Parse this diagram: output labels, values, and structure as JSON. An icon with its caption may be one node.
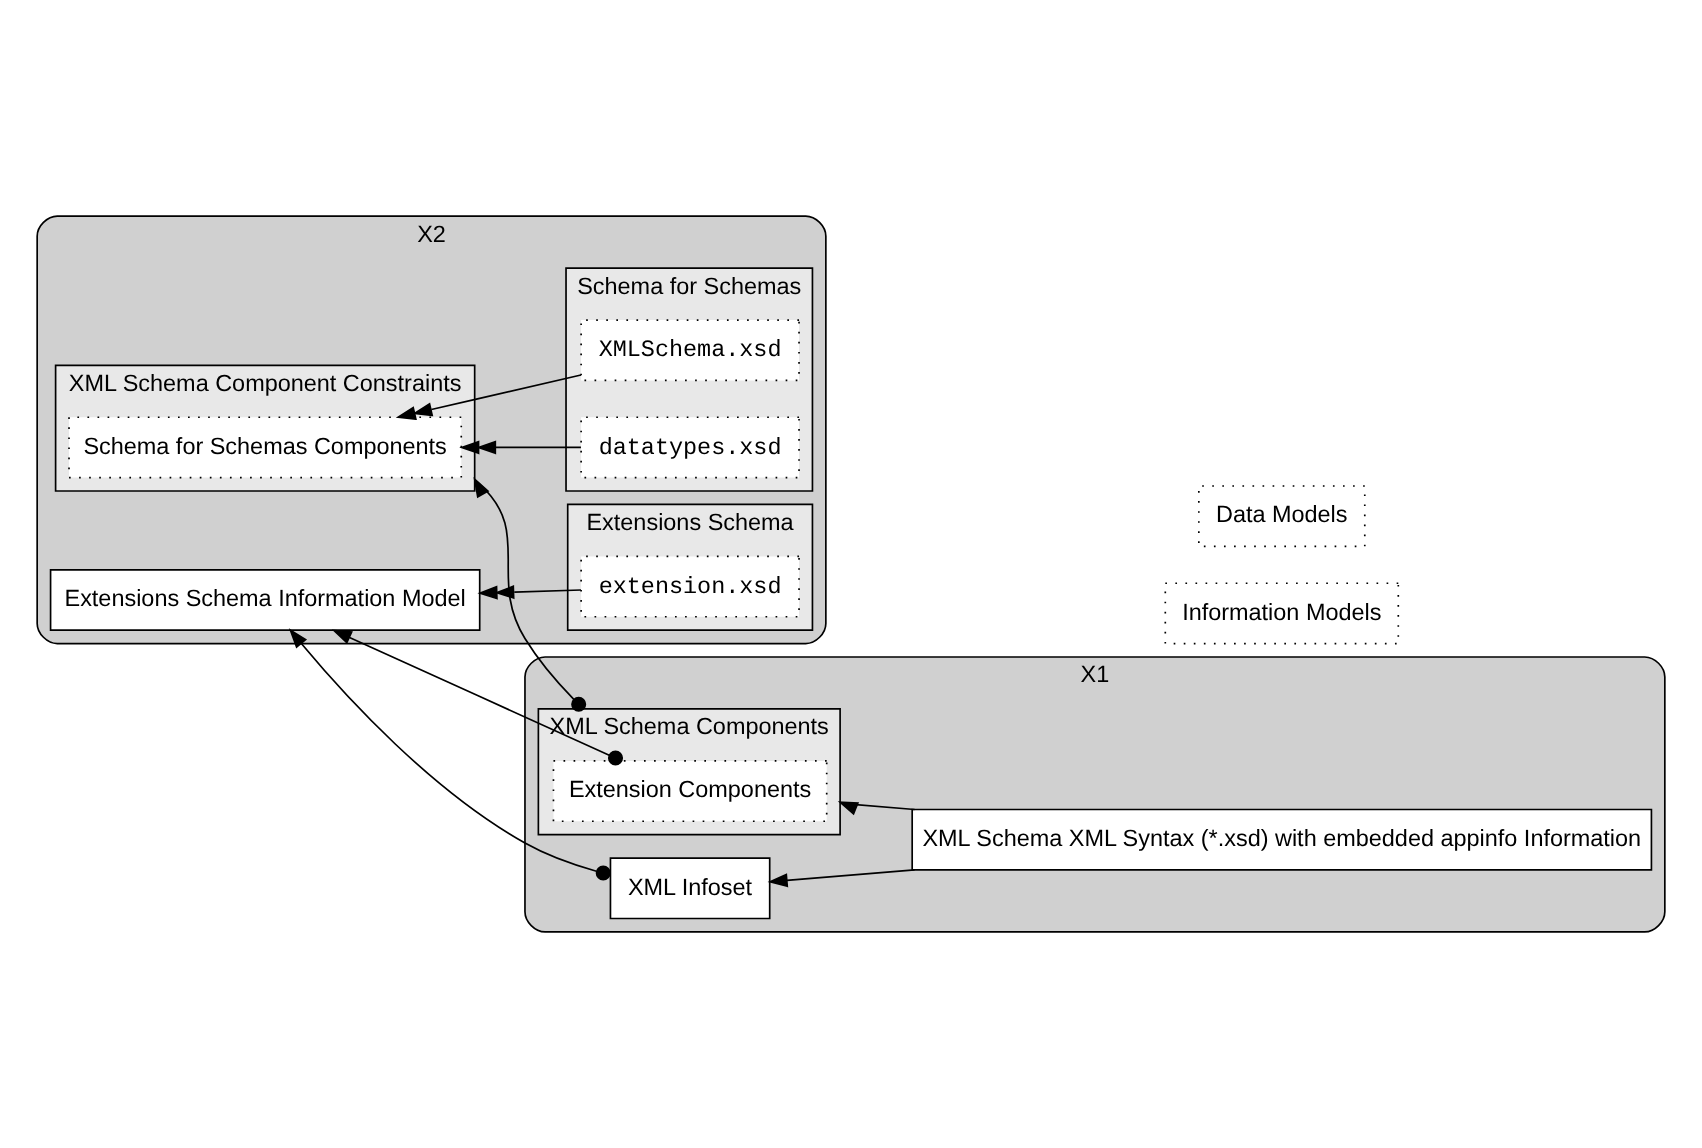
{
  "diagram": {
    "nodes": [
      {
        "text": [
          "X2"
        ]
      },
      {
        "text": [
          "X1"
        ]
      },
      {
        "text": [
          "Information Models"
        ]
      },
      {
        "text": [
          "Data Models"
        ]
      },
      {
        "text": [
          "XML Schema Component Constraints"
        ],
        "in": 0
      },
      {
        "text": [
          "Schema for Schemas Components"
        ],
        "in": 4
      },
      {
        "text": [
          "Schema for Schemas"
        ],
        "in": 0
      },
      {
        "text": [
          "XMLSchema.xsd"
        ],
        "in": 6
      },
      {
        "text": [
          "datatypes.xsd"
        ],
        "in": 6
      },
      {
        "text": [
          "Extensions Schema Information Model"
        ],
        "in": 0
      },
      {
        "text": [
          "Extensions Schema"
        ],
        "in": 0
      },
      {
        "text": [
          "extension.xsd"
        ],
        "in": 10
      },
      {
        "text": [
          "XML Infoset"
        ],
        "in": 1
      },
      {
        "text": [
          "XML Schema Components"
        ],
        "in": 1
      },
      {
        "text": [
          "Extension Components"
        ],
        "in": 13
      },
      {
        "text": [
          "XML Schema XML Syntax (*.xsd) with embedded appinfo Information"
        ],
        "in": 1
      }
    ],
    "edges": [
      {
        "from": 7,
        "to": 5,
        "arrow": "to"
      },
      {
        "from": 8,
        "to": 5,
        "arrow": "to"
      },
      {
        "from": 11,
        "to": 9,
        "arrow": "to"
      },
      {
        "from": 15,
        "to": 12,
        "arrow": "to"
      },
      {
        "from": 15,
        "to": 13,
        "arrow": "to"
      },
      {
        "from": 13,
        "to": 4,
        "arrow": "to"
      },
      {
        "from": 14,
        "to": 9,
        "arrow": "to"
      },
      {
        "from": 12,
        "to": 9,
        "arrow": "to"
      }
    ]
  }
}
